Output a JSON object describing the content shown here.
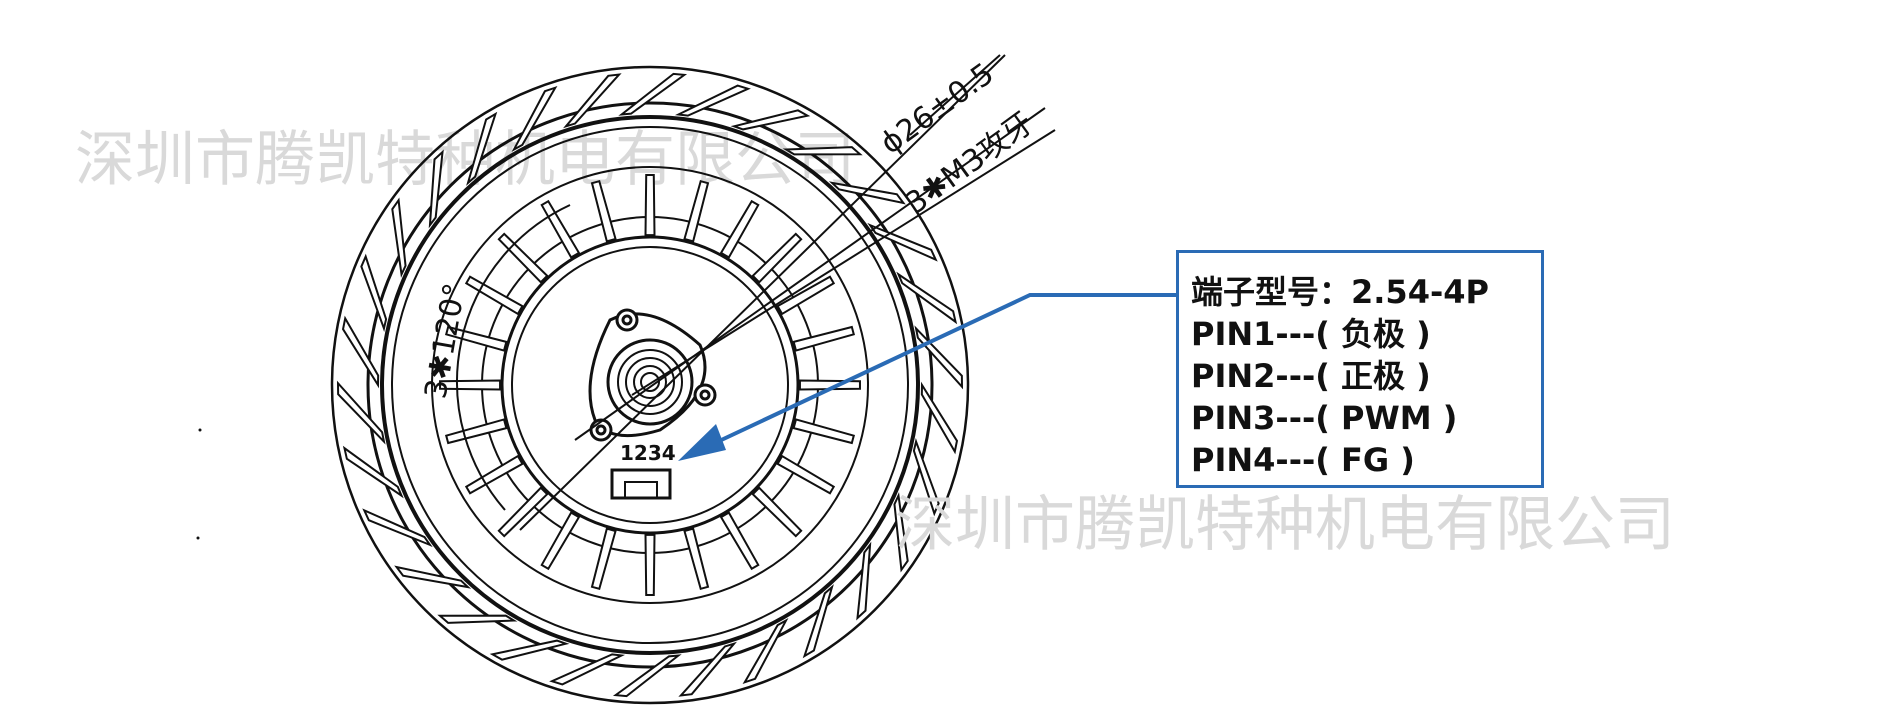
{
  "watermark": {
    "text_top": "深圳市腾凯特种机电有限公司",
    "text_bottom": "深圳市腾凯特种机电有限公司"
  },
  "dimensions": {
    "diameter": "ϕ26±0.5",
    "thread": "3✱M3攻牙",
    "angle": "3✱120°"
  },
  "connector": {
    "pin_numbers": "1234"
  },
  "pin_table": {
    "terminal_model": "端子型号：2.54-4P",
    "pins": [
      "PIN1---( 负极 )",
      "PIN2---( 正极 )",
      "PIN3---( PWM )",
      "PIN4---( FG )"
    ]
  },
  "colors": {
    "callout": "#2a6bb5",
    "line": "#111111",
    "watermark": "#d9d9d9"
  }
}
